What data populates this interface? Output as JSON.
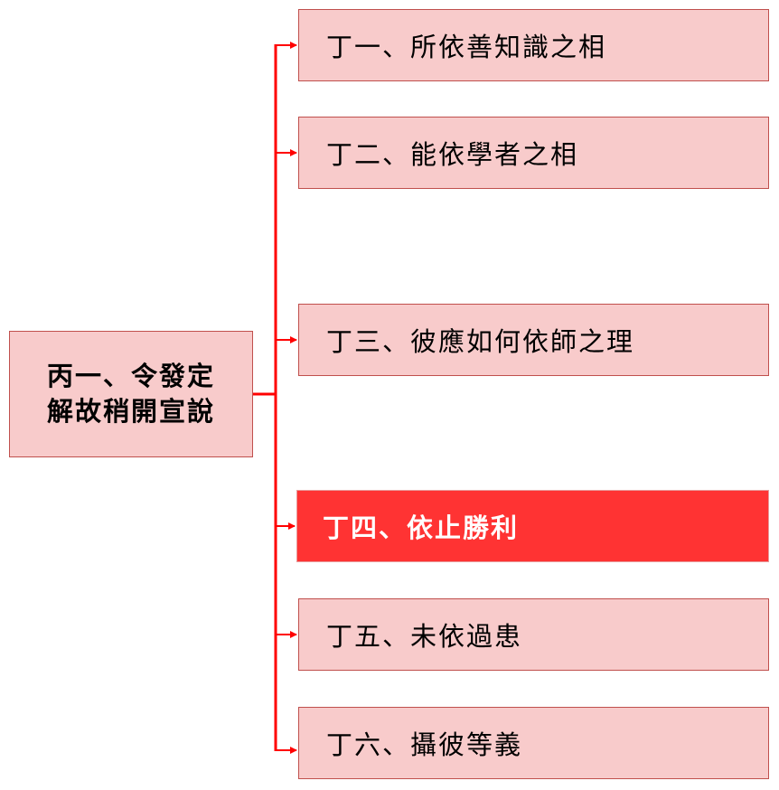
{
  "diagram": {
    "type": "tree",
    "connector_color": "#FF0000",
    "node_fill": "#F8CBCB",
    "node_border": "#C0504D",
    "highlight_fill": "#FF3333",
    "highlight_text_color": "#FFFFFF",
    "root": {
      "lines": [
        "丙一、令發定",
        "解故稍開宣說"
      ]
    },
    "children": [
      {
        "label": "丁一、所依善知識之相",
        "highlighted": false
      },
      {
        "label": "丁二、能依學者之相",
        "highlighted": false
      },
      {
        "label": "丁三、彼應如何依師之理",
        "highlighted": false
      },
      {
        "label": "丁四、依止勝利",
        "highlighted": true
      },
      {
        "label": "丁五、未依過患",
        "highlighted": false
      },
      {
        "label": "丁六、攝彼等義",
        "highlighted": false
      }
    ]
  }
}
